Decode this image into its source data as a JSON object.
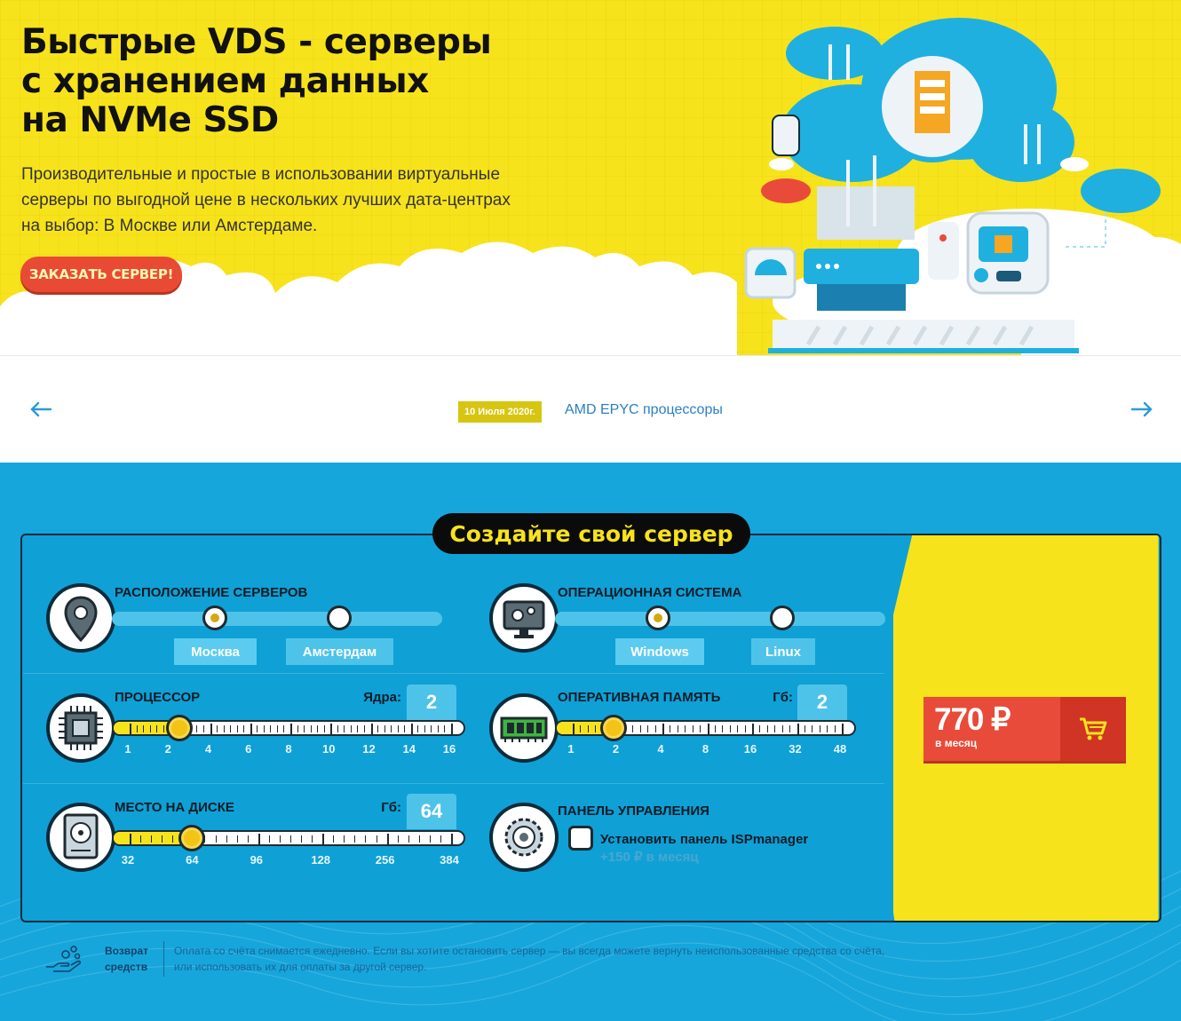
{
  "hero": {
    "title_lines": [
      "Быстрые VDS - серверы",
      "с хранением данных",
      "на NVMe SSD"
    ],
    "subtitle_lines": [
      "Производительные и простые в использовании виртуальные",
      "серверы по выгодной цене в нескольких лучших дата-центрах",
      "на выбор: В Москве или Амстердаме."
    ],
    "cta_label": "ЗАКАЗАТЬ СЕРВЕР!"
  },
  "news": {
    "date": "10 Июля 2020г.",
    "title": "AMD EPYC процессоры"
  },
  "config": {
    "title": "Создайте свой сервер",
    "location": {
      "label": "РАСПОЛОЖЕНИЕ СЕРВЕРОВ",
      "options": [
        "Москва",
        "Амстердам"
      ],
      "selected": "Москва"
    },
    "os": {
      "label": "ОПЕРАЦИОННАЯ СИСТЕМА",
      "options": [
        "Windows",
        "Linux"
      ],
      "selected": "Windows"
    },
    "cpu": {
      "label": "ПРОЦЕССОР",
      "value_label": "Ядра:",
      "value": "2",
      "scale": [
        "1",
        "2",
        "4",
        "6",
        "8",
        "10",
        "12",
        "14",
        "16"
      ],
      "level": 0.16
    },
    "ram": {
      "label": "ОПЕРАТИВНАЯ ПАМЯТЬ",
      "value_label": "Гб:",
      "value": "2",
      "scale": [
        "1",
        "2",
        "4",
        "8",
        "16",
        "32",
        "48"
      ],
      "level": 0.16
    },
    "disk": {
      "label": "МЕСТО НА ДИСКЕ",
      "value_label": "Гб:",
      "value": "64",
      "scale": [
        "32",
        "64",
        "96",
        "128",
        "256",
        "384"
      ],
      "level": 0.2
    },
    "panel": {
      "label": "ПАНЕЛЬ УПРАВЛЕНИЯ",
      "checkbox_label": "Установить панель ISPmanager",
      "checkbox_sub": "+150 ₽ в месяц",
      "checked": false
    },
    "price": {
      "amount": "770 ₽",
      "period": "в месяц"
    }
  },
  "note": {
    "heading_lines": [
      "Возврат",
      "средств"
    ],
    "text_lines": [
      "Оплата со счёта снимается ежедневно. Если вы хотите остановить сервер — вы всегда можете вернуть неиспользованные средства со счёта,",
      "или использовать их для оплаты за другой сервер."
    ]
  },
  "colors": {
    "hero_yellow": "#f7e31b",
    "config_blue": "#16a6dc",
    "accent_red": "#e84b3a",
    "link_blue": "#2b7fc4"
  },
  "icons": [
    "arrow-left-icon",
    "arrow-right-icon",
    "location-pin-icon",
    "os-monitor-gear-icon",
    "cpu-chip-icon",
    "ram-module-icon",
    "hdd-icon",
    "gear-panel-icon",
    "cart-icon",
    "money-hand-icon"
  ]
}
